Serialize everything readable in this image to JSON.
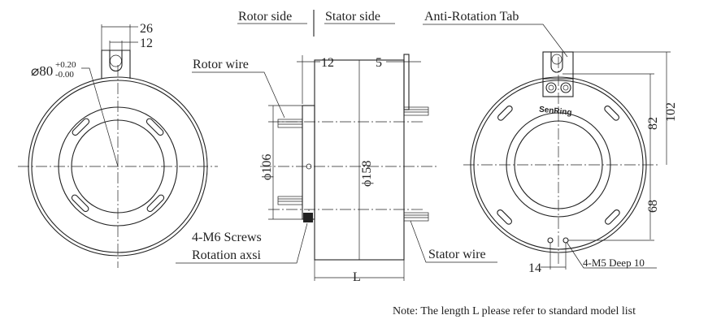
{
  "labels": {
    "rotor_side": "Rotor side",
    "stator_side": "Stator side",
    "anti_rotation_tab": "Anti-Rotation Tab",
    "rotor_wire": "Rotor wire",
    "screws": "4-M6 Screws",
    "rotation_axis": "Rotation axsi",
    "stator_wire": "Stator wire",
    "holes": "4-M5 Deep 10",
    "note": "Note: The length L please refer to standard model list",
    "logo": "SenRing"
  },
  "dimensions": {
    "tab_width": "26",
    "slot_width": "12",
    "bore_main": "⌀80",
    "bore_tol_upper": "+0.20",
    "bore_tol_lower": "-0.00",
    "flange_thickness": "12",
    "tab_thickness": "5",
    "rotor_dia": "ϕ106",
    "stator_dia": "ϕ158",
    "length": "L",
    "tab_height": "82",
    "tab_top": "102",
    "hole_offset": "68",
    "hole_spacing": "14"
  }
}
